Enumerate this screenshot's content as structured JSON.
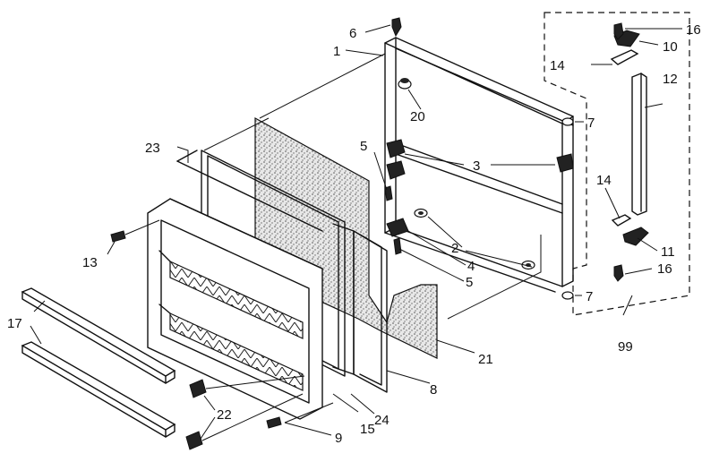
{
  "callouts": [
    {
      "id": "c1",
      "text": "1"
    },
    {
      "id": "c2",
      "text": "2"
    },
    {
      "id": "c3",
      "text": "3"
    },
    {
      "id": "c4",
      "text": "4"
    },
    {
      "id": "c5a",
      "text": "5"
    },
    {
      "id": "c5b",
      "text": "5"
    },
    {
      "id": "c6",
      "text": "6"
    },
    {
      "id": "c7a",
      "text": "7"
    },
    {
      "id": "c7b",
      "text": "7"
    },
    {
      "id": "c8",
      "text": "8"
    },
    {
      "id": "c9",
      "text": "9"
    },
    {
      "id": "c10",
      "text": "10"
    },
    {
      "id": "c11",
      "text": "11"
    },
    {
      "id": "c12",
      "text": "12"
    },
    {
      "id": "c13",
      "text": "13"
    },
    {
      "id": "c14a",
      "text": "14"
    },
    {
      "id": "c14b",
      "text": "14"
    },
    {
      "id": "c15",
      "text": "15"
    },
    {
      "id": "c16a",
      "text": "16"
    },
    {
      "id": "c16b",
      "text": "16"
    },
    {
      "id": "c17",
      "text": "17"
    },
    {
      "id": "c20",
      "text": "20"
    },
    {
      "id": "c21",
      "text": "21"
    },
    {
      "id": "c22",
      "text": "22"
    },
    {
      "id": "c23",
      "text": "23"
    },
    {
      "id": "c24",
      "text": "24"
    },
    {
      "id": "c99",
      "text": "99"
    }
  ]
}
